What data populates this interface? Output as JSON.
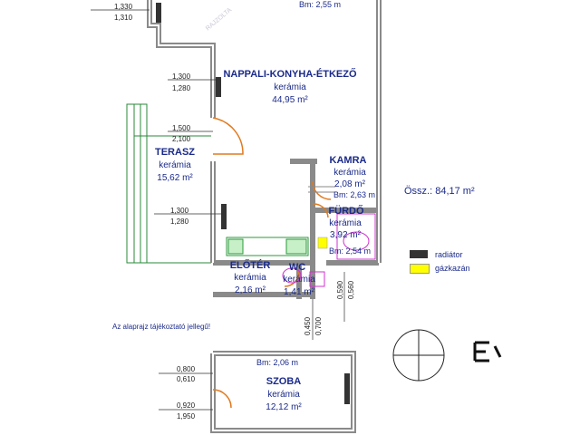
{
  "rooms": {
    "nappali": {
      "name": "NAPPALI-KONYHA-ÉTKEZŐ",
      "material": "kerámia",
      "area": "44,95 m²"
    },
    "terasz": {
      "name": "TERASZ",
      "material": "kerámia",
      "area": "15,62 m²"
    },
    "kamra": {
      "name": "KAMRA",
      "material": "kerámia",
      "area": "2,08 m²"
    },
    "furdo": {
      "name": "FÜRDŐ",
      "material": "kerámia",
      "area": "3,92 m²"
    },
    "eloter": {
      "name": "ELŐTÉR",
      "material": "kerámia",
      "area": "2,16 m²"
    },
    "wc": {
      "name": "WC",
      "material": "kerámia",
      "area": "1,41 m²"
    },
    "szoba": {
      "name": "SZOBA",
      "material": "kerámia",
      "area": "12,12 m²"
    }
  },
  "heights": {
    "top": "Bm: 2,55 m",
    "kamra": "Bm: 2,63 m",
    "furdo": "Bm: 2,54 m",
    "szoba": "Bm: 2,06 m"
  },
  "dimensions": {
    "d1": [
      "1,330",
      "1,310"
    ],
    "d2": [
      "1,300",
      "1,280"
    ],
    "d3": [
      "1,500",
      "2,100"
    ],
    "d4": [
      "1,300",
      "1,280"
    ],
    "d5": [
      "0,800",
      "0,610"
    ],
    "d6": [
      "0,920",
      "1,950"
    ],
    "v1": [
      "0,590",
      "0,560"
    ],
    "v2": [
      "0,450",
      "0,700"
    ]
  },
  "total": "Össz.: 84,17 m²",
  "legend": {
    "radiator": {
      "label": "radiátor",
      "color": "#333333"
    },
    "gazkazan": {
      "label": "gázkazán",
      "color": "#ffff00"
    }
  },
  "note": "Az alaprajz tájékoztató jellegű!",
  "watermark": "RAJZOLTA"
}
